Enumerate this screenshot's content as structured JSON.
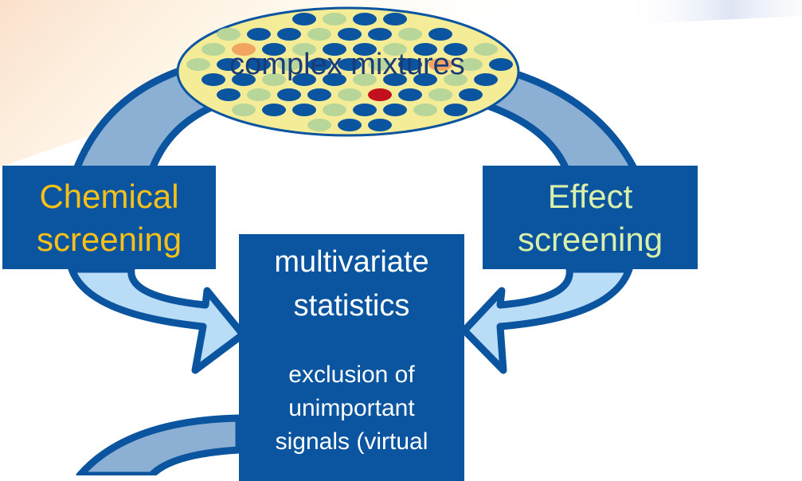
{
  "mixture": {
    "label": "complex mixtures"
  },
  "left_box": {
    "line1": "Chemical",
    "line2": "screening"
  },
  "right_box": {
    "line1": "Effect",
    "line2": "screening"
  },
  "center_box": {
    "title1": "multivariate",
    "title2": "statistics",
    "sub1": "exclusion of",
    "sub2": "unimportant",
    "sub3": "signals (virtual"
  },
  "colors": {
    "box_blue": "#0b54a0",
    "arrow_fill": "#b9dcf7",
    "arrow_dark": "#7fa0c3",
    "chem_text": "#f6c019",
    "effect_text": "#d8f0a9",
    "ellipse_fill": "#f4ec96",
    "dot_blue": "#0b54a0",
    "dot_green": "#b8d69a",
    "dot_orange": "#f2a561",
    "dot_red": "#c3101f"
  }
}
